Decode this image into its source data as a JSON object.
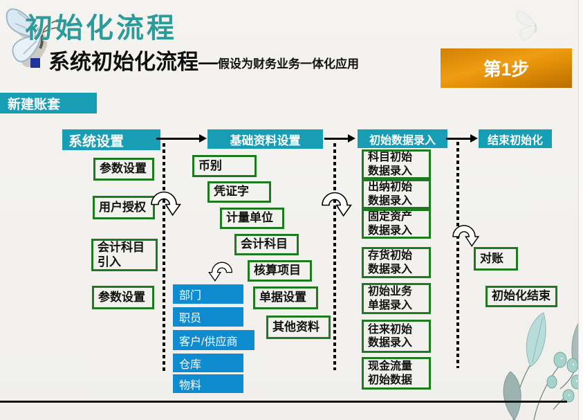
{
  "page": {
    "title": "初始化流程",
    "heading": "系统初始化流程",
    "heading_dash": "—",
    "heading_note": "假设为财务业务一体化应用",
    "step_button": "第1步",
    "account_tag": "新建账套"
  },
  "colors": {
    "teal_header": "#189EB4",
    "green_border": "#1E7A1E",
    "blue_box": "#0F8CD0",
    "orange_button": "#E08C00",
    "title_teal": "#2E9B9B",
    "bullet_blue": "#1F3399"
  },
  "flow": {
    "columns": [
      {
        "header": "系统设置",
        "items": [
          "参数设置",
          "用户授权",
          "会计科目\n引入",
          "参数设置"
        ]
      },
      {
        "header": "基础资料设置",
        "items": [
          "币别",
          "凭证字",
          "计量单位",
          "会计科目",
          "核算项目",
          "单据设置",
          "其他资料"
        ],
        "master_items": [
          "部门",
          "职员",
          "客户/供应商",
          "仓库",
          "物料"
        ]
      },
      {
        "header": "初始数据录入",
        "items": [
          "科目初始\n数据录入",
          "出纳初始\n数据录入",
          "固定资产\n数据录入",
          "存货初始\n数据录入",
          "初始业务\n单据录入",
          "往来初始\n数据录入",
          "现金流量\n初始数据"
        ]
      },
      {
        "header": "结束初始化",
        "items": [
          "对账",
          "初始化结束"
        ]
      }
    ]
  }
}
